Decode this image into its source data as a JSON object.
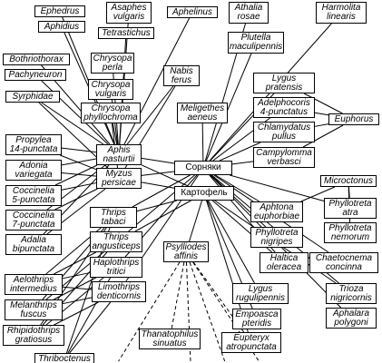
{
  "colors": {
    "line": "#000000",
    "box_border": "#000000",
    "background": "#ffffff"
  },
  "nodes": [
    {
      "id": "ephedrus",
      "label": "Ephedrus"
    },
    {
      "id": "aphidius",
      "label": "Aphidius"
    },
    {
      "id": "asaphes",
      "label": "Asaphes\nvulgaris"
    },
    {
      "id": "aphelinus",
      "label": "Aphelinus"
    },
    {
      "id": "athalia",
      "label": "Athalia\nrosae"
    },
    {
      "id": "harmolita",
      "label": "Harmolita\nlinearis"
    },
    {
      "id": "tetrastichus",
      "label": "Tetrastichus"
    },
    {
      "id": "plutella",
      "label": "Plutella\nmaculipennis"
    },
    {
      "id": "bothrio",
      "label": "Bothriothorax"
    },
    {
      "id": "pachyneuron",
      "label": "Pachyneuron"
    },
    {
      "id": "chrysopa_peria",
      "label": "Chrysopa\nperla"
    },
    {
      "id": "nabis",
      "label": "Nabis\nferus"
    },
    {
      "id": "syrphidae",
      "label": "Syrphidae"
    },
    {
      "id": "chrysopa_vulgaris",
      "label": "Chrysopa\nvulgaris"
    },
    {
      "id": "chrysopa_phyllo",
      "label": "Chrysopa\nphyllochroma"
    },
    {
      "id": "lygus_pratensis",
      "label": "Lygus\npratensis"
    },
    {
      "id": "adelphocoris",
      "label": "Adelphocoris\n4-punctatus"
    },
    {
      "id": "meligethes",
      "label": "Meligethes\naeneus"
    },
    {
      "id": "euphorus",
      "label": "Euphorus"
    },
    {
      "id": "chlamydatus",
      "label": "Chlamydatus\npullus"
    },
    {
      "id": "propylea",
      "label": "Propylea\n14-punctata"
    },
    {
      "id": "aphis",
      "label": "Aphis\nnasturtii"
    },
    {
      "id": "campylomma",
      "label": "Campylomma\nverbasci"
    },
    {
      "id": "adonia",
      "label": "Adonia\nvariegata"
    },
    {
      "id": "sornyaki",
      "label": "Сорняки",
      "upright": true
    },
    {
      "id": "myzus",
      "label": "Myzus\npersicae"
    },
    {
      "id": "coccinelia5",
      "label": "Coccinelia\n5-punctata"
    },
    {
      "id": "kartofel",
      "label": "Картофель",
      "upright": true
    },
    {
      "id": "microctonus",
      "label": "Microctonus"
    },
    {
      "id": "aphtona",
      "label": "Aphtona\neuphorbiae"
    },
    {
      "id": "phyllotreta_atra",
      "label": "Phyllotreta\natra"
    },
    {
      "id": "coccinelia7",
      "label": "Coccinelia\n7-punctata"
    },
    {
      "id": "thrips_tabaci",
      "label": "Thrips\ntabaci"
    },
    {
      "id": "adalia",
      "label": "Adalia\nbipunctata"
    },
    {
      "id": "thrips_angust",
      "label": "Thrips\nangusticeps"
    },
    {
      "id": "phyllotreta_nigripes",
      "label": "Phyllotreta\nnigripes"
    },
    {
      "id": "phyllotreta_nemorum",
      "label": "Phyllotreta\nnemorum"
    },
    {
      "id": "psylliodes",
      "label": "Psylliodes\naffinis"
    },
    {
      "id": "haltica",
      "label": "Haltica\noleracea"
    },
    {
      "id": "chaetocnema",
      "label": "Chaetocnema\nconcinna"
    },
    {
      "id": "haplothrips",
      "label": "Haplothrips\ntritici"
    },
    {
      "id": "aelothrips",
      "label": "Aelothrips\nintermedius"
    },
    {
      "id": "limothrips",
      "label": "Limothrips\ndenticornis"
    },
    {
      "id": "lygus_rugulipennis",
      "label": "Lygus\nrugulipennis"
    },
    {
      "id": "trioza",
      "label": "Trioza\nnigricornis"
    },
    {
      "id": "melanthrips",
      "label": "Melanthrips\nfuscus"
    },
    {
      "id": "empoasca",
      "label": "Empoasca\npteridis"
    },
    {
      "id": "aphalara",
      "label": "Aphalara\npolygoni"
    },
    {
      "id": "rhipido",
      "label": "Rhipidothrips\ngratiosus"
    },
    {
      "id": "thanatophilus",
      "label": "Thanatophilus\nsinuatus"
    },
    {
      "id": "eupteryx",
      "label": "Eupteryx\natropunctata"
    },
    {
      "id": "thriboctenus",
      "label": "Thriboctenus"
    }
  ],
  "edges": [
    [
      "ephedrus",
      "aphis"
    ],
    [
      "aphidius",
      "aphis"
    ],
    [
      "asaphes",
      "aphis"
    ],
    [
      "aphelinus",
      "aphis"
    ],
    [
      "tetrastichus",
      "aphis"
    ],
    [
      "bothrio",
      "aphis"
    ],
    [
      "pachyneuron",
      "aphis"
    ],
    [
      "syrphidae",
      "aphis"
    ],
    [
      "syrphidae",
      "myzus"
    ],
    [
      "chrysopa_peria",
      "aphis"
    ],
    [
      "chrysopa_vulgaris",
      "aphis"
    ],
    [
      "chrysopa_phyllo",
      "aphis"
    ],
    [
      "chrysopa_phyllo",
      "myzus"
    ],
    [
      "nabis",
      "aphis"
    ],
    [
      "nabis",
      "myzus"
    ],
    [
      "propylea",
      "aphis"
    ],
    [
      "propylea",
      "myzus"
    ],
    [
      "adonia",
      "aphis"
    ],
    [
      "adonia",
      "myzus"
    ],
    [
      "coccinelia5",
      "aphis"
    ],
    [
      "coccinelia5",
      "myzus"
    ],
    [
      "coccinelia7",
      "aphis"
    ],
    [
      "coccinelia7",
      "myzus"
    ],
    [
      "adalia",
      "aphis"
    ],
    [
      "adalia",
      "myzus"
    ],
    [
      "aphis",
      "sornyaki"
    ],
    [
      "aphis",
      "kartofel"
    ],
    [
      "myzus",
      "sornyaki"
    ],
    [
      "myzus",
      "kartofel"
    ],
    [
      "athalia",
      "sornyaki"
    ],
    [
      "harmolita",
      "sornyaki"
    ],
    [
      "plutella",
      "sornyaki"
    ],
    [
      "meligethes",
      "sornyaki"
    ],
    [
      "lygus_pratensis",
      "sornyaki"
    ],
    [
      "adelphocoris",
      "sornyaki"
    ],
    [
      "chlamydatus",
      "sornyaki"
    ],
    [
      "campylomma",
      "sornyaki"
    ],
    [
      "euphorus",
      "lygus_pratensis"
    ],
    [
      "euphorus",
      "adelphocoris"
    ],
    [
      "euphorus",
      "chlamydatus"
    ],
    [
      "euphorus",
      "campylomma"
    ],
    [
      "sornyaki",
      "aphtona"
    ],
    [
      "sornyaki",
      "phyllotreta_atra"
    ],
    [
      "sornyaki",
      "phyllotreta_nigripes"
    ],
    [
      "sornyaki",
      "haltica"
    ],
    [
      "sornyaki",
      "chaetocnema"
    ],
    [
      "sornyaki",
      "trioza"
    ],
    [
      "sornyaki",
      "aphalara"
    ],
    [
      "microctonus",
      "aphtona"
    ],
    [
      "microctonus",
      "phyllotreta_atra"
    ],
    [
      "microctonus",
      "phyllotreta_nemorum"
    ],
    [
      "kartofel",
      "psylliodes"
    ],
    [
      "kartofel",
      "lygus_rugulipennis"
    ],
    [
      "kartofel",
      "empoasca"
    ],
    [
      "kartofel",
      "eupteryx"
    ],
    [
      "kartofel",
      "trioza"
    ],
    [
      "kartofel",
      "haltica"
    ],
    [
      "thrips_tabaci",
      "sornyaki"
    ],
    [
      "thrips_tabaci",
      "kartofel"
    ],
    [
      "thrips_angust",
      "sornyaki"
    ],
    [
      "thrips_angust",
      "kartofel"
    ],
    [
      "haplothrips",
      "sornyaki"
    ],
    [
      "limothrips",
      "sornyaki"
    ],
    [
      "aelothrips",
      "thrips_tabaci"
    ],
    [
      "aelothrips",
      "thrips_angust"
    ],
    [
      "aelothrips",
      "haplothrips"
    ],
    [
      "aelothrips",
      "limothrips"
    ],
    [
      "melanthrips",
      "thrips_tabaci"
    ],
    [
      "melanthrips",
      "thrips_angust"
    ],
    [
      "melanthrips",
      "haplothrips"
    ],
    [
      "melanthrips",
      "limothrips"
    ],
    [
      "rhipido",
      "thrips_tabaci"
    ],
    [
      "rhipido",
      "thrips_angust"
    ],
    [
      "rhipido",
      "haplothrips"
    ],
    [
      "rhipido",
      "limothrips"
    ],
    [
      "thriboctenus",
      "thrips_tabaci"
    ],
    [
      "thriboctenus",
      "haplothrips"
    ],
    [
      "thriboctenus",
      "limothrips"
    ]
  ],
  "dashed_edges": [
    [
      "psylliodes",
      "thanatophilus"
    ],
    [
      "psylliodes",
      "eupteryx"
    ],
    [
      "psylliodes",
      "bottom_a"
    ],
    [
      "psylliodes",
      "bottom_b"
    ],
    [
      "psylliodes",
      "bottom_c"
    ],
    [
      "psylliodes",
      "bottom_d"
    ]
  ]
}
